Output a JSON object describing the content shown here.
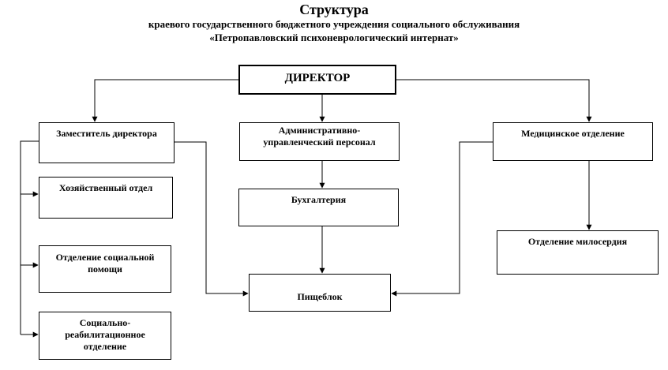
{
  "title": {
    "main": "Структура",
    "line1": "краевого государственного бюджетного учреждения социального обслуживания",
    "line2": "«Петропавловский психоневрологический интернат»"
  },
  "nodes": {
    "director": "ДИРЕКТОР",
    "deputy": "Заместитель директора",
    "admin_line1": "Административно-",
    "admin_line2": "управленческий персонал",
    "medical": "Медицинское отделение",
    "household": "Хозяйственный отдел",
    "accounting": "Бухгалтерия",
    "mercy": "Отделение милосердия",
    "social_line1": "Отделение социальной",
    "social_line2": "помощи",
    "kitchen": "Пищеблок",
    "rehab_line1": "Социально-",
    "rehab_line2": "реабилитационное",
    "rehab_line3": "отделение"
  },
  "edges": [
    {
      "from": "director",
      "to": "deputy"
    },
    {
      "from": "director",
      "to": "admin"
    },
    {
      "from": "director",
      "to": "medical"
    },
    {
      "from": "deputy",
      "to": "household"
    },
    {
      "from": "deputy",
      "to": "social"
    },
    {
      "from": "deputy",
      "to": "rehab"
    },
    {
      "from": "deputy",
      "to": "kitchen"
    },
    {
      "from": "admin",
      "to": "accounting"
    },
    {
      "from": "accounting",
      "to": "kitchen"
    },
    {
      "from": "medical",
      "to": "mercy"
    },
    {
      "from": "medical",
      "to": "kitchen"
    }
  ],
  "colors": {
    "line": "#000000",
    "background": "#ffffff"
  }
}
